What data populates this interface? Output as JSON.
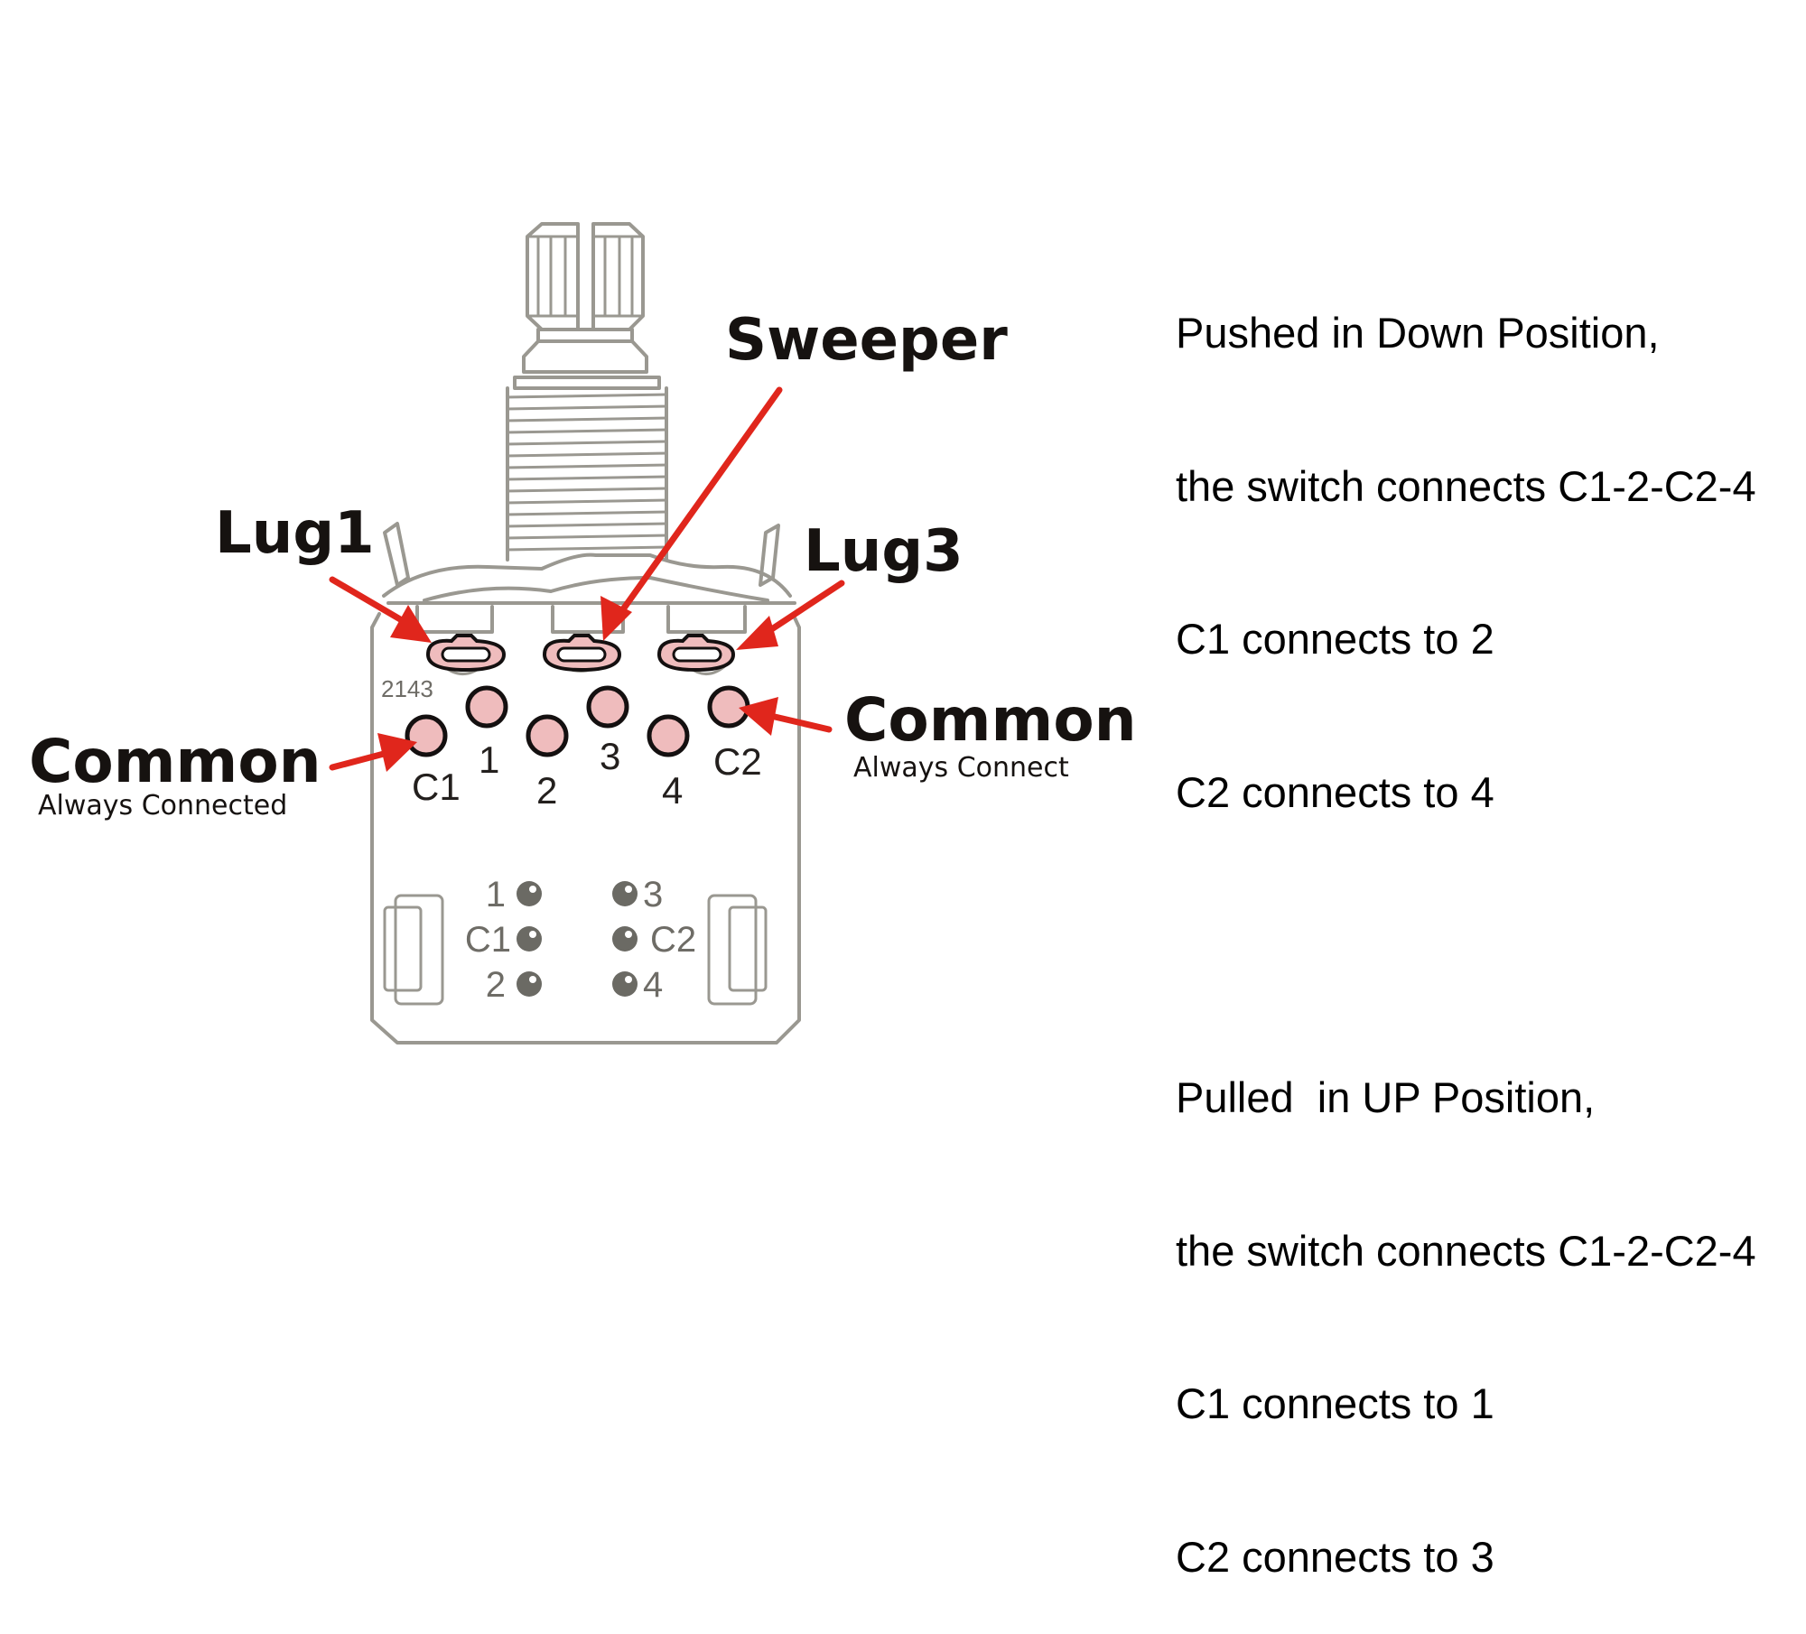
{
  "callouts": {
    "sweeper": "Sweeper",
    "lug1": "Lug1",
    "lug3": "Lug3",
    "common_left": {
      "title": "Common",
      "subtitle": "Always Connected"
    },
    "common_right": {
      "title": "Common",
      "subtitle": "Always Connect"
    }
  },
  "pcb": {
    "part_number": "2143",
    "pins": [
      {
        "id": "C1",
        "label": "C1"
      },
      {
        "id": "1",
        "label": "1"
      },
      {
        "id": "2",
        "label": "2"
      },
      {
        "id": "3",
        "label": "3"
      },
      {
        "id": "4",
        "label": "4"
      },
      {
        "id": "C2",
        "label": "C2"
      }
    ],
    "back_labels": {
      "left": [
        "1",
        "C1",
        "2"
      ],
      "right": [
        "3",
        "C2",
        "4"
      ]
    }
  },
  "description": {
    "down": {
      "heading": "Pushed in Down Position,",
      "lines": [
        "the switch connects C1-2-C2-4",
        "C1 connects to 2",
        "C2 connects to 4"
      ]
    },
    "up": {
      "heading": "Pulled  in UP Position,",
      "lines": [
        "the switch connects C1-2-C2-4",
        "C1 connects to 1",
        "C2 connects to 3"
      ]
    }
  },
  "colors": {
    "arrow": "#e0261c",
    "pin_fill": "#efbcbd",
    "outline": "#9a9891"
  }
}
